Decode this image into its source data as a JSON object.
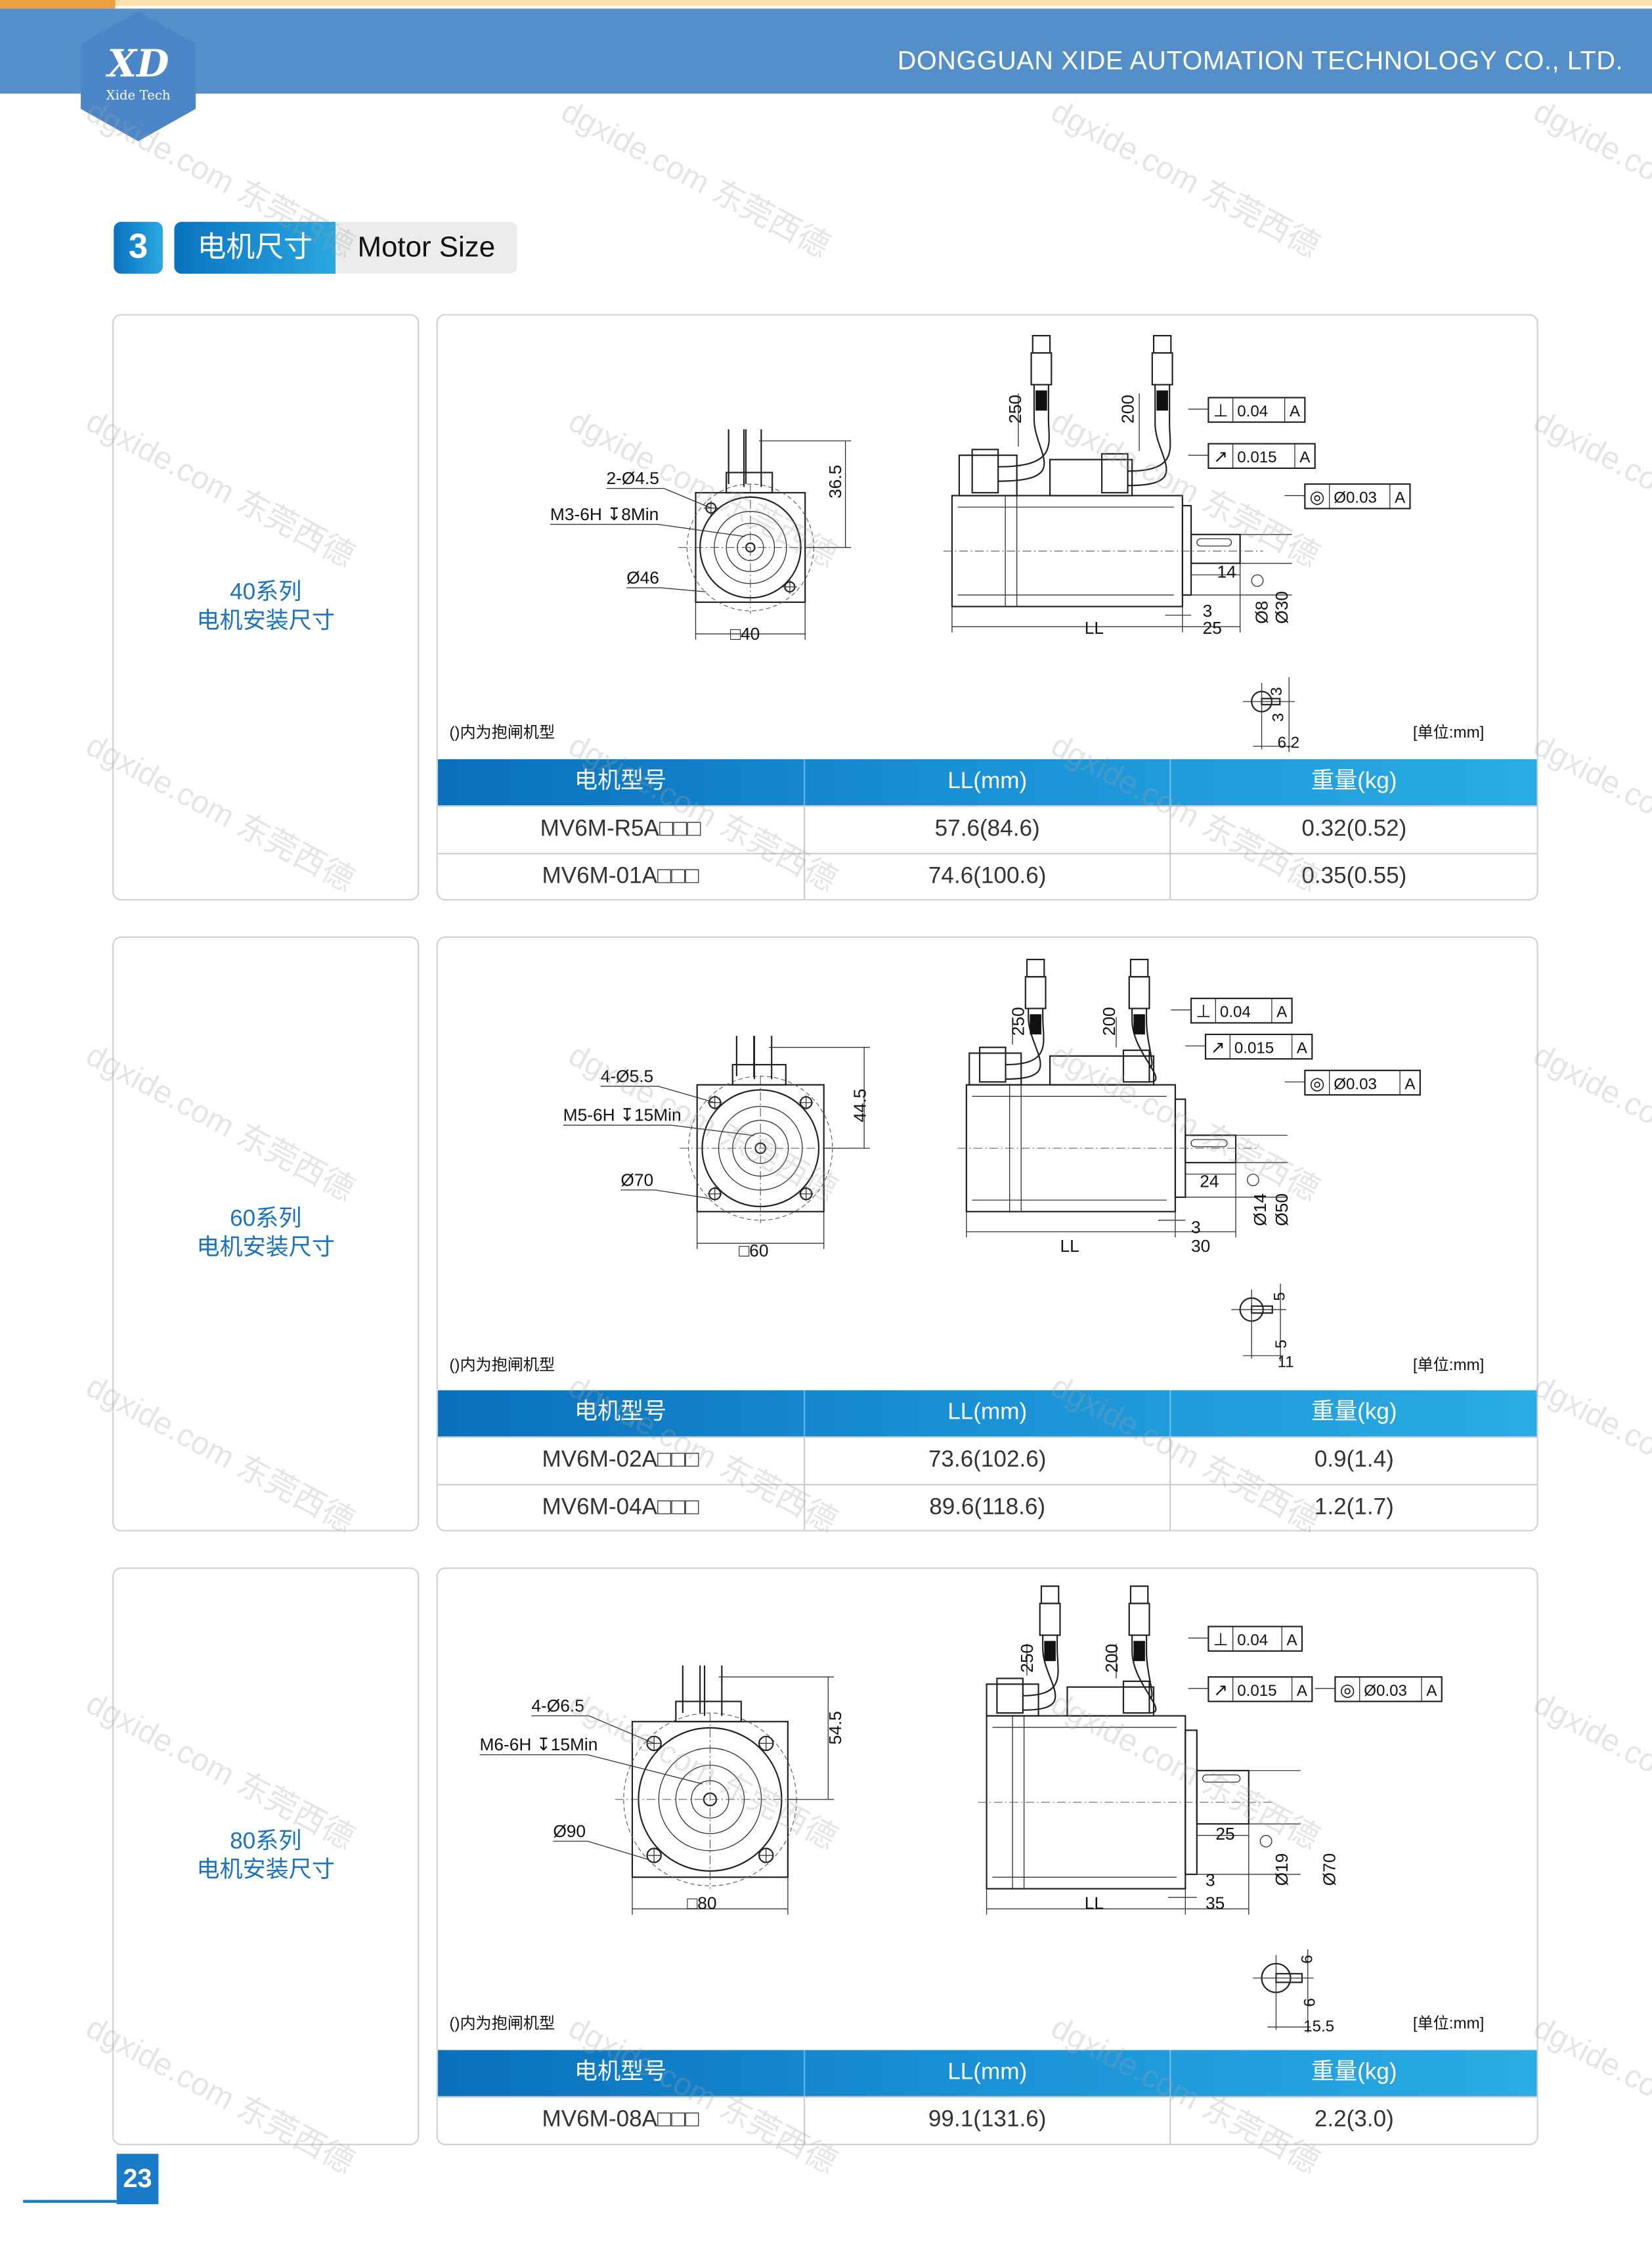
{
  "header": {
    "company": "DONGGUAN XIDE AUTOMATION TECHNOLOGY CO., LTD.",
    "logo_mark": "XD",
    "logo_sub": "Xide Tech"
  },
  "section": {
    "number": "3",
    "title_cn": "电机尺寸",
    "title_en": "Motor Size"
  },
  "watermark": "dgxide.com 东莞西德",
  "table_headers": [
    "电机型号",
    "LL(mm)",
    "重量(kg)"
  ],
  "colors": {
    "brand_blue": "#548fca",
    "accent": "#1a7cc8"
  },
  "panels": [
    {
      "series": "40系列",
      "subtitle": "电机安装尺寸",
      "note": "()内为抱闸机型",
      "unit": "[单位:mm]",
      "drawing": {
        "mount_holes": "2-Ø4.5",
        "thread": "M3-6H ↧8Min",
        "pcd": "Ø46",
        "flange": "□40",
        "height": "36.5",
        "cable1": "250",
        "cable2": "200",
        "perp_symbol": "⊥",
        "perp_value": "0.04",
        "runout_symbol": "↗",
        "runout_value": "0.015",
        "conc_symbol": "◎",
        "conc_value": "Ø0.03",
        "datum": "A",
        "shaft_length": "14",
        "flange_thickness": "3",
        "shaft_total": "25",
        "shaft_dia": "Ø8",
        "spigot_dia": "Ø30",
        "ll": "LL",
        "key_width": "3",
        "key_depth": "3",
        "key_height": "6.2"
      },
      "rows": [
        [
          "MV6M-R5A□□□",
          "57.6(84.6)",
          "0.32(0.52)"
        ],
        [
          "MV6M-01A□□□",
          "74.6(100.6)",
          "0.35(0.55)"
        ]
      ]
    },
    {
      "series": "60系列",
      "subtitle": "电机安装尺寸",
      "note": "()内为抱闸机型",
      "unit": "[单位:mm]",
      "drawing": {
        "mount_holes": "4-Ø5.5",
        "thread": "M5-6H ↧15Min",
        "pcd": "Ø70",
        "flange": "□60",
        "height": "44.5",
        "cable1": "250",
        "cable2": "200",
        "perp_symbol": "⊥",
        "perp_value": "0.04",
        "runout_symbol": "↗",
        "runout_value": "0.015",
        "conc_symbol": "◎",
        "conc_value": "Ø0.03",
        "datum": "A",
        "shaft_length": "24",
        "flange_thickness": "3",
        "shaft_total": "30",
        "shaft_dia": "Ø14",
        "spigot_dia": "Ø50",
        "ll": "LL",
        "key_width": "5",
        "key_depth": "5",
        "key_height": "11"
      },
      "rows": [
        [
          "MV6M-02A□□□",
          "73.6(102.6)",
          "0.9(1.4)"
        ],
        [
          "MV6M-04A□□□",
          "89.6(118.6)",
          "1.2(1.7)"
        ]
      ]
    },
    {
      "series": "80系列",
      "subtitle": "电机安装尺寸",
      "note": "()内为抱闸机型",
      "unit": "[单位:mm]",
      "drawing": {
        "mount_holes": "4-Ø6.5",
        "thread": "M6-6H ↧15Min",
        "pcd": "Ø90",
        "flange": "□80",
        "height": "54.5",
        "cable1": "250",
        "cable2": "200",
        "perp_symbol": "⊥",
        "perp_value": "0.04",
        "runout_symbol": "↗",
        "runout_value": "0.015",
        "conc_symbol": "◎",
        "conc_value": "Ø0.03",
        "datum": "A",
        "shaft_length": "25",
        "flange_thickness": "3",
        "shaft_total": "35",
        "shaft_dia": "Ø19",
        "spigot_dia": "Ø70",
        "ll": "LL",
        "key_width": "6",
        "key_depth": "6",
        "key_height": "15.5"
      },
      "rows": [
        [
          "MV6M-08A□□□",
          "99.1(131.6)",
          "2.2(3.0)"
        ]
      ]
    }
  ],
  "page_number": "23"
}
